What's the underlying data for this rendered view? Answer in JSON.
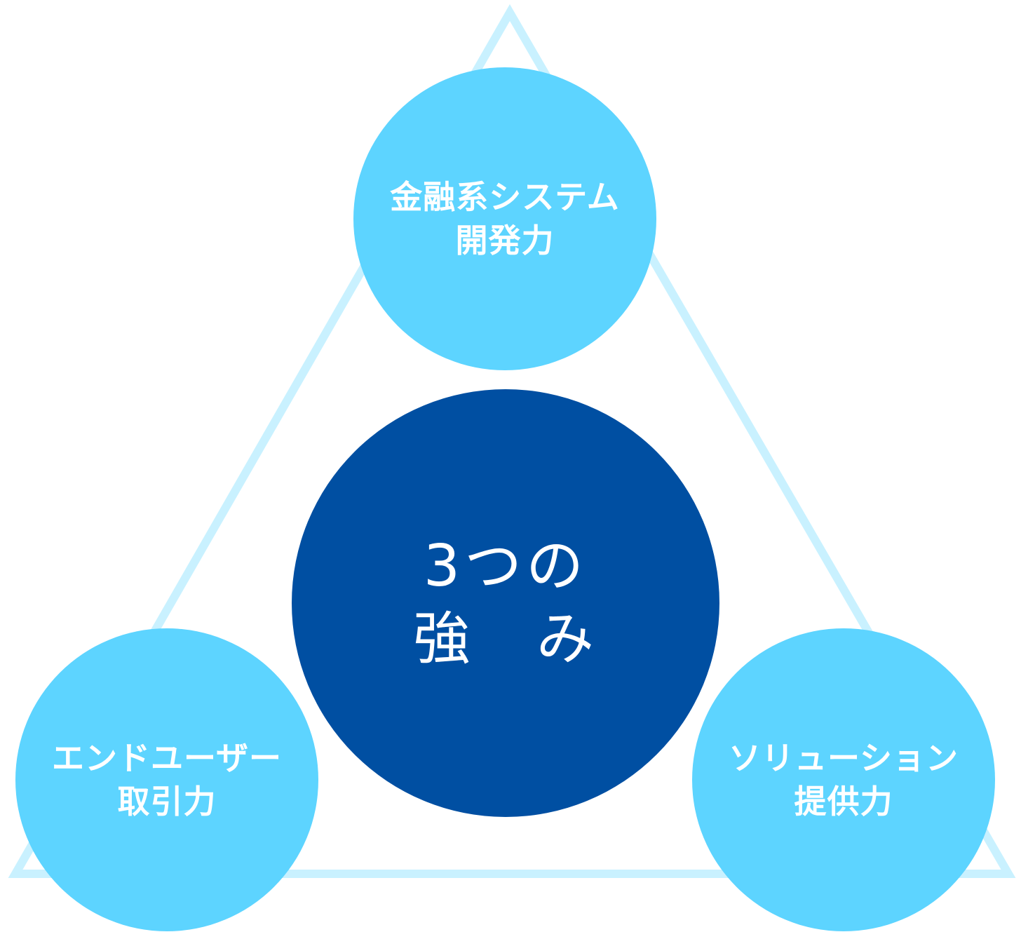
{
  "colors": {
    "triangle_stroke": "#C9F1FF",
    "node_fill": "#5DD4FF",
    "center_fill": "#004FA2",
    "text": "#FFFFFF"
  },
  "center": {
    "line1": "3つの",
    "line2": "強　み"
  },
  "nodes": {
    "top": {
      "line1": "金融系システム",
      "line2": "開発力"
    },
    "left": {
      "line1": "エンドユーザー",
      "line2": "取引力"
    },
    "right": {
      "line1": "ソリューション",
      "line2": "提供力"
    }
  }
}
